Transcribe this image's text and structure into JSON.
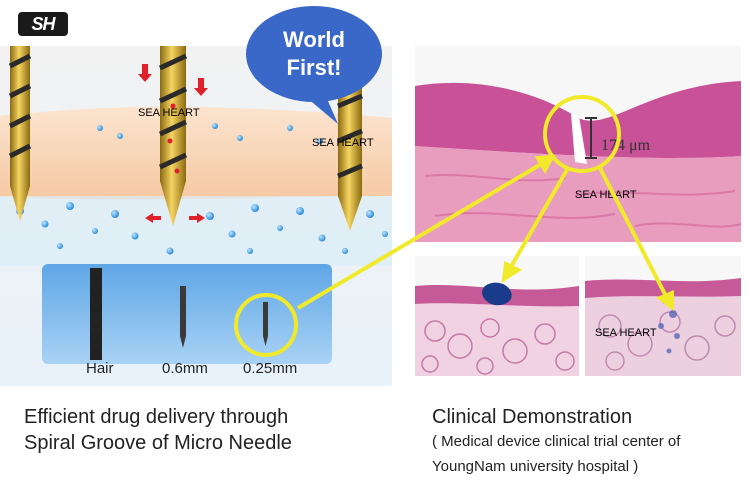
{
  "logo": {
    "text": "SH"
  },
  "bubble": {
    "line1": "World",
    "line2": "First!"
  },
  "watermark": "SEA HEART",
  "needles": {
    "hair": "Hair",
    "medium": "0.6mm",
    "small": "0.25mm"
  },
  "measurement": "174 μm",
  "captions": {
    "left_line1": "Efficient drug delivery through",
    "left_line2": "Spiral Groove of Micro Needle",
    "right_title": "Clinical Demonstration",
    "right_line1": "( Medical device clinical trial center of",
    "right_line2": "YoungNam university hospital )"
  },
  "colors": {
    "bubble": "#3a68c9",
    "highlight_circle": "#f1ea2a",
    "needle_gold": "#c9a02a",
    "tissue_pink": "#e48ab5",
    "liquid_blue": "#3aa0e0"
  }
}
